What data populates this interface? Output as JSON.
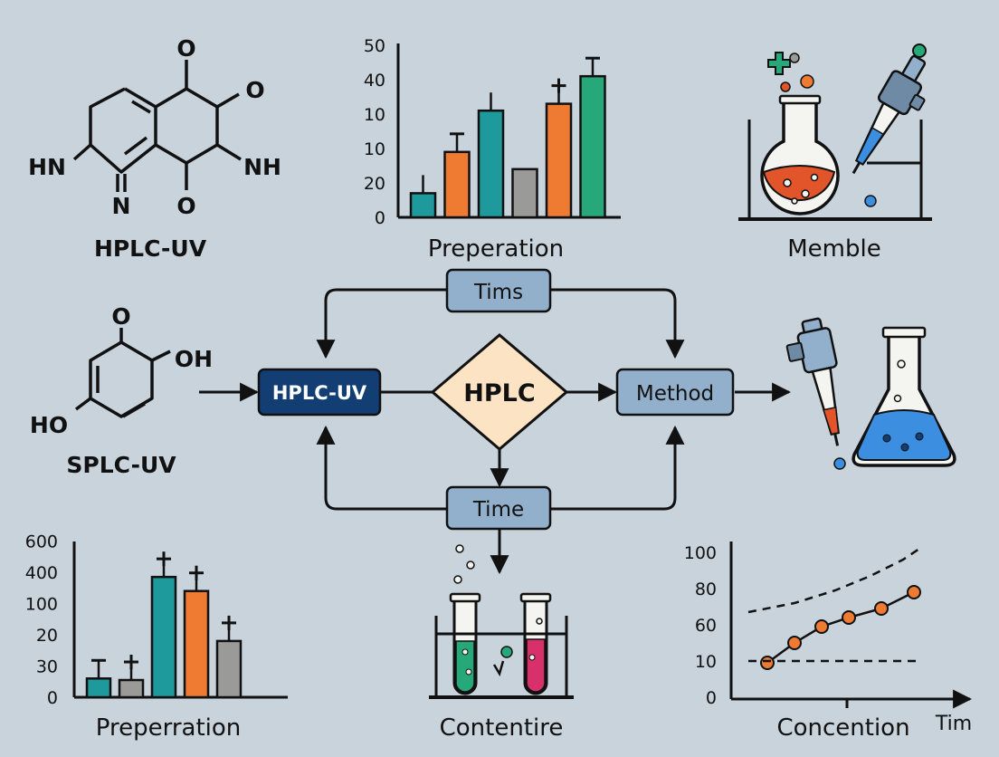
{
  "colors": {
    "background": "#c9d3dc",
    "navy": "#123e74",
    "node_blue": "#92b0cc",
    "diamond": "#fbe3c4",
    "teal": "#1e9a9c",
    "orange": "#ef7a32",
    "gray": "#9a9a98",
    "green": "#27a87a",
    "red": "#e2552a",
    "liquid_blue": "#3b8ee0",
    "magenta": "#d8306a"
  },
  "molecule_top": {
    "atoms": {
      "o_top": "O",
      "o_right": "O",
      "hn": "HN",
      "nh": "NH",
      "n": "N",
      "o_bottom": "O"
    },
    "caption": "HPLC-UV"
  },
  "molecule_mid": {
    "atoms": {
      "o_top": "O",
      "oh": "OH",
      "ho": "HO"
    },
    "caption": "SPLC-UV"
  },
  "flow": {
    "top_box": "Tims",
    "left_box": "HPLC-UV",
    "center_diamond": "HPLC",
    "right_box": "Method",
    "bottom_box": "Time"
  },
  "captions": {
    "flask_pipette_top": "Memble",
    "test_tubes": "Contentire"
  },
  "chart_data": [
    {
      "type": "bar",
      "title": "",
      "xlabel": "Preperation",
      "ylabel": "",
      "y_tick_labels": [
        "0",
        "20",
        "10",
        "10",
        "40",
        "50"
      ],
      "values_on_ticks": [
        0.7,
        1.9,
        3.1,
        1.4,
        3.3,
        4.1
      ],
      "bar_colors": [
        "teal",
        "orange",
        "teal",
        "gray",
        "orange",
        "green"
      ],
      "error_bars": [
        true,
        true,
        true,
        false,
        true,
        true
      ],
      "error_caps": [
        "plain",
        "cap",
        "plain",
        "none",
        "plus",
        "cap"
      ]
    },
    {
      "type": "bar",
      "title": "",
      "xlabel": "Preperration",
      "ylabel": "",
      "y_tick_labels": [
        "0",
        "30",
        "20",
        "100",
        "400",
        "600"
      ],
      "values_on_ticks": [
        0.6,
        0.55,
        3.85,
        3.4,
        1.8
      ],
      "bar_colors": [
        "teal",
        "gray",
        "teal",
        "orange",
        "gray"
      ],
      "error_bars": [
        true,
        true,
        true,
        true,
        true
      ],
      "error_caps": [
        "cap",
        "plus",
        "plus",
        "plus",
        "plus"
      ]
    },
    {
      "type": "line",
      "title": "",
      "xlabel": "Concention",
      "x_end_label": "Tim",
      "ylabel": "",
      "y_tick_labels": [
        "0",
        "10",
        "60",
        "80",
        "100"
      ],
      "series": [
        {
          "style": "solid-markers",
          "values_on_ticks": [
            [
              0.0,
              0.95
            ],
            [
              1.0,
              1.5
            ],
            [
              2.0,
              1.95
            ],
            [
              3.0,
              2.2
            ],
            [
              4.2,
              2.45
            ],
            [
              5.4,
              2.9
            ]
          ]
        },
        {
          "style": "dashed",
          "values_on_ticks": [
            [
              -0.7,
              2.35
            ],
            [
              1.0,
              2.6
            ],
            [
              2.5,
              2.95
            ],
            [
              3.8,
              3.35
            ],
            [
              5.0,
              3.8
            ],
            [
              5.6,
              4.1
            ]
          ]
        },
        {
          "style": "dashed-horizontal",
          "values_on_ticks": [
            [
              -0.7,
              1.0
            ],
            [
              5.7,
              1.0
            ]
          ]
        }
      ]
    }
  ]
}
